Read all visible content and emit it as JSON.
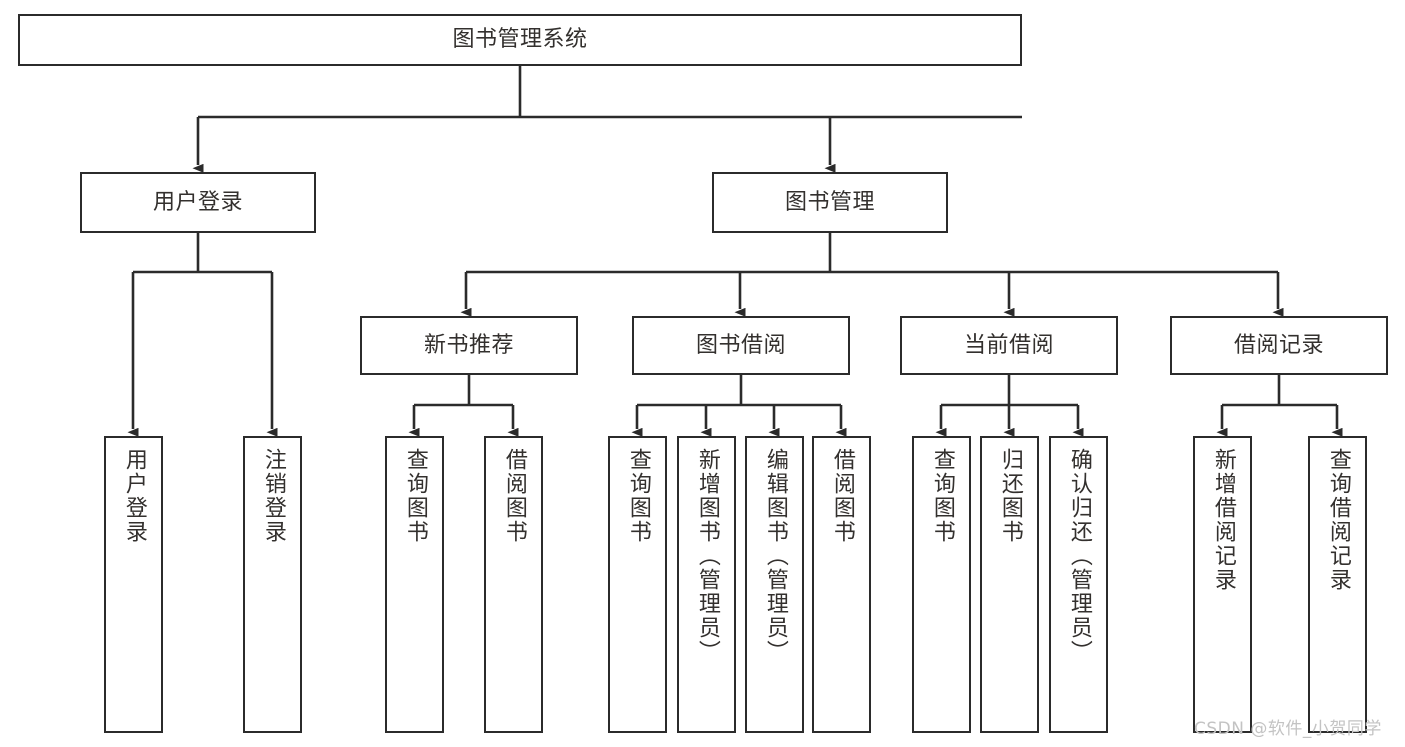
{
  "diagram": {
    "title": "图书管理系统",
    "type": "tree-hierarchy",
    "stroke_color": "#2b2b2b",
    "text_color": "#33302e",
    "background_color": "#ffffff"
  },
  "nodes": {
    "root": {
      "label": "图书管理系统"
    },
    "level2": [
      {
        "id": "user-login",
        "label": "用户登录"
      },
      {
        "id": "book-management",
        "label": "图书管理"
      }
    ],
    "level3": [
      {
        "id": "new-book-recommend",
        "label": "新书推荐"
      },
      {
        "id": "book-borrow",
        "label": "图书借阅"
      },
      {
        "id": "current-borrow",
        "label": "当前借阅"
      },
      {
        "id": "borrow-record",
        "label": "借阅记录"
      }
    ],
    "leaves": {
      "user_login": [
        {
          "id": "leaf-user-login",
          "label": "用户登录"
        },
        {
          "id": "leaf-logout-login",
          "label": "注销登录"
        }
      ],
      "new_book_recommend": [
        {
          "id": "leaf-query-book-1",
          "label": "查询图书"
        },
        {
          "id": "leaf-borrow-book-1",
          "label": "借阅图书"
        }
      ],
      "book_borrow": [
        {
          "id": "leaf-query-book-2",
          "label": "查询图书"
        },
        {
          "id": "leaf-add-book",
          "label": "新增图书（管理员）"
        },
        {
          "id": "leaf-edit-book",
          "label": "编辑图书（管理员）"
        },
        {
          "id": "leaf-borrow-book-2",
          "label": "借阅图书"
        }
      ],
      "current_borrow": [
        {
          "id": "leaf-query-book-3",
          "label": "查询图书"
        },
        {
          "id": "leaf-return-book",
          "label": "归还图书"
        },
        {
          "id": "leaf-confirm-return",
          "label": "确认归还（管理员）"
        }
      ],
      "borrow_record": [
        {
          "id": "leaf-add-record",
          "label": "新增借阅记录"
        },
        {
          "id": "leaf-query-record",
          "label": "查询借阅记录"
        }
      ]
    }
  },
  "watermark": {
    "text": "CSDN @软件_小贺同学"
  }
}
